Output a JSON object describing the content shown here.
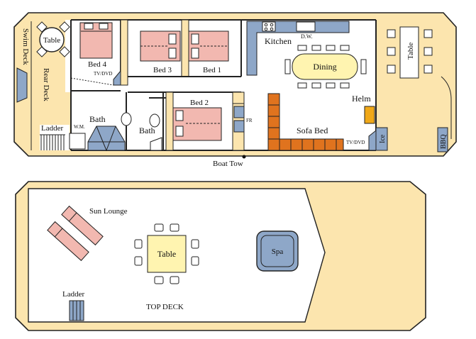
{
  "lower_deck": {
    "swim_deck": "Swim Deck",
    "rear_deck": "Rear Deck",
    "rear_table": "Table",
    "bed4": "Bed 4",
    "tv_dvd_bed4": "TV/DVD",
    "bed3": "Bed 3",
    "bed1": "Bed 1",
    "kitchen": "Kitchen",
    "dishwasher": "D.W.",
    "dining": "Dining",
    "front_table": "Table",
    "bath_left": "Bath",
    "bath_right": "Bath",
    "bed2": "Bed 2",
    "fridge": "FR",
    "helm": "Helm",
    "sofa_bed": "Sofa Bed",
    "tv_dvd_lounge": "TV/DVD",
    "ice": "Ice",
    "bbq": "BBQ",
    "ladder": "Ladder",
    "washing_machine": "W.M.",
    "boat_tow": "Boat Tow"
  },
  "top_deck": {
    "sun_lounge": "Sun Lounge",
    "table": "Table",
    "spa": "Spa",
    "ladder": "Ladder",
    "title": "TOP DECK"
  },
  "colors": {
    "hull": "#fce5ae",
    "bed": "#f2b8b0",
    "furniture": "#fff4b0",
    "blue": "#8ea7c8",
    "sofa": "#e0731e",
    "helm": "#f0a818",
    "white_room": "#ffffff"
  }
}
